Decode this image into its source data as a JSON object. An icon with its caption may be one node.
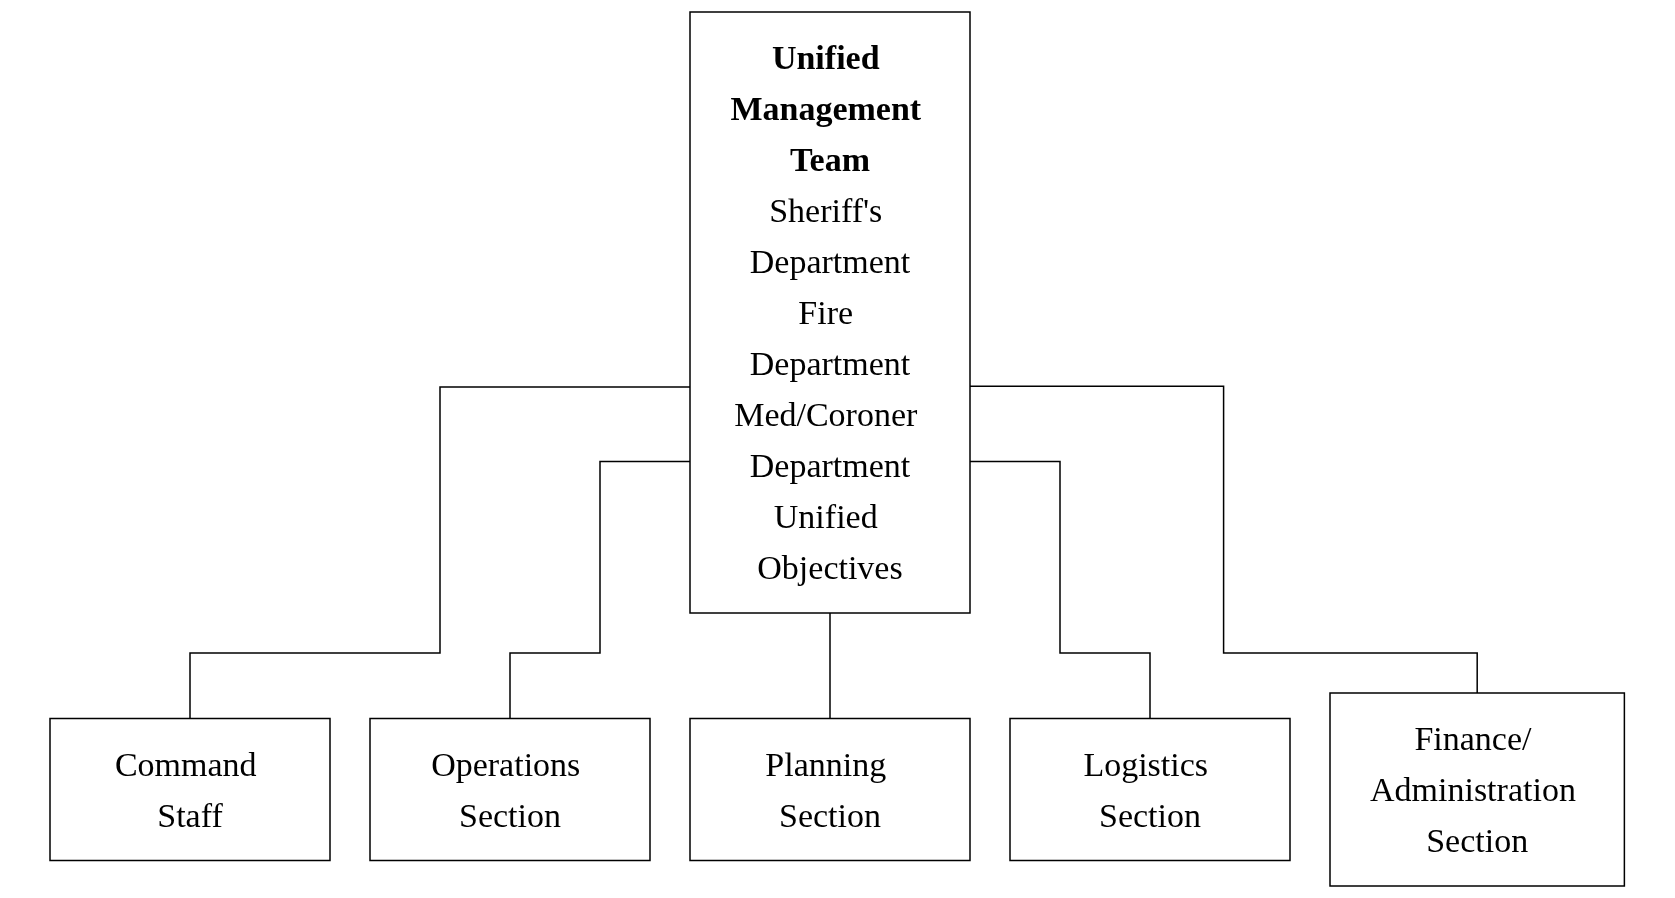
{
  "diagram": {
    "nodes": [
      {
        "text": [
          "Unified Management Team",
          "Sheriff's Department",
          "Fire Department",
          "Med/Coroner Department",
          "Unified Objectives"
        ]
      },
      {
        "text": [
          "Command Staff"
        ]
      },
      {
        "text": [
          "Operations Section"
        ]
      },
      {
        "text": [
          "Planning Section"
        ]
      },
      {
        "text": [
          "Logistics Section"
        ]
      },
      {
        "text": [
          "Finance/ Administration Section"
        ]
      }
    ],
    "edges": [
      {
        "from": 0,
        "to": 1,
        "arrow": "none"
      },
      {
        "from": 0,
        "to": 2,
        "arrow": "none"
      },
      {
        "from": 0,
        "to": 3,
        "arrow": "none"
      },
      {
        "from": 0,
        "to": 4,
        "arrow": "none"
      },
      {
        "from": 0,
        "to": 5,
        "arrow": "none"
      }
    ]
  }
}
